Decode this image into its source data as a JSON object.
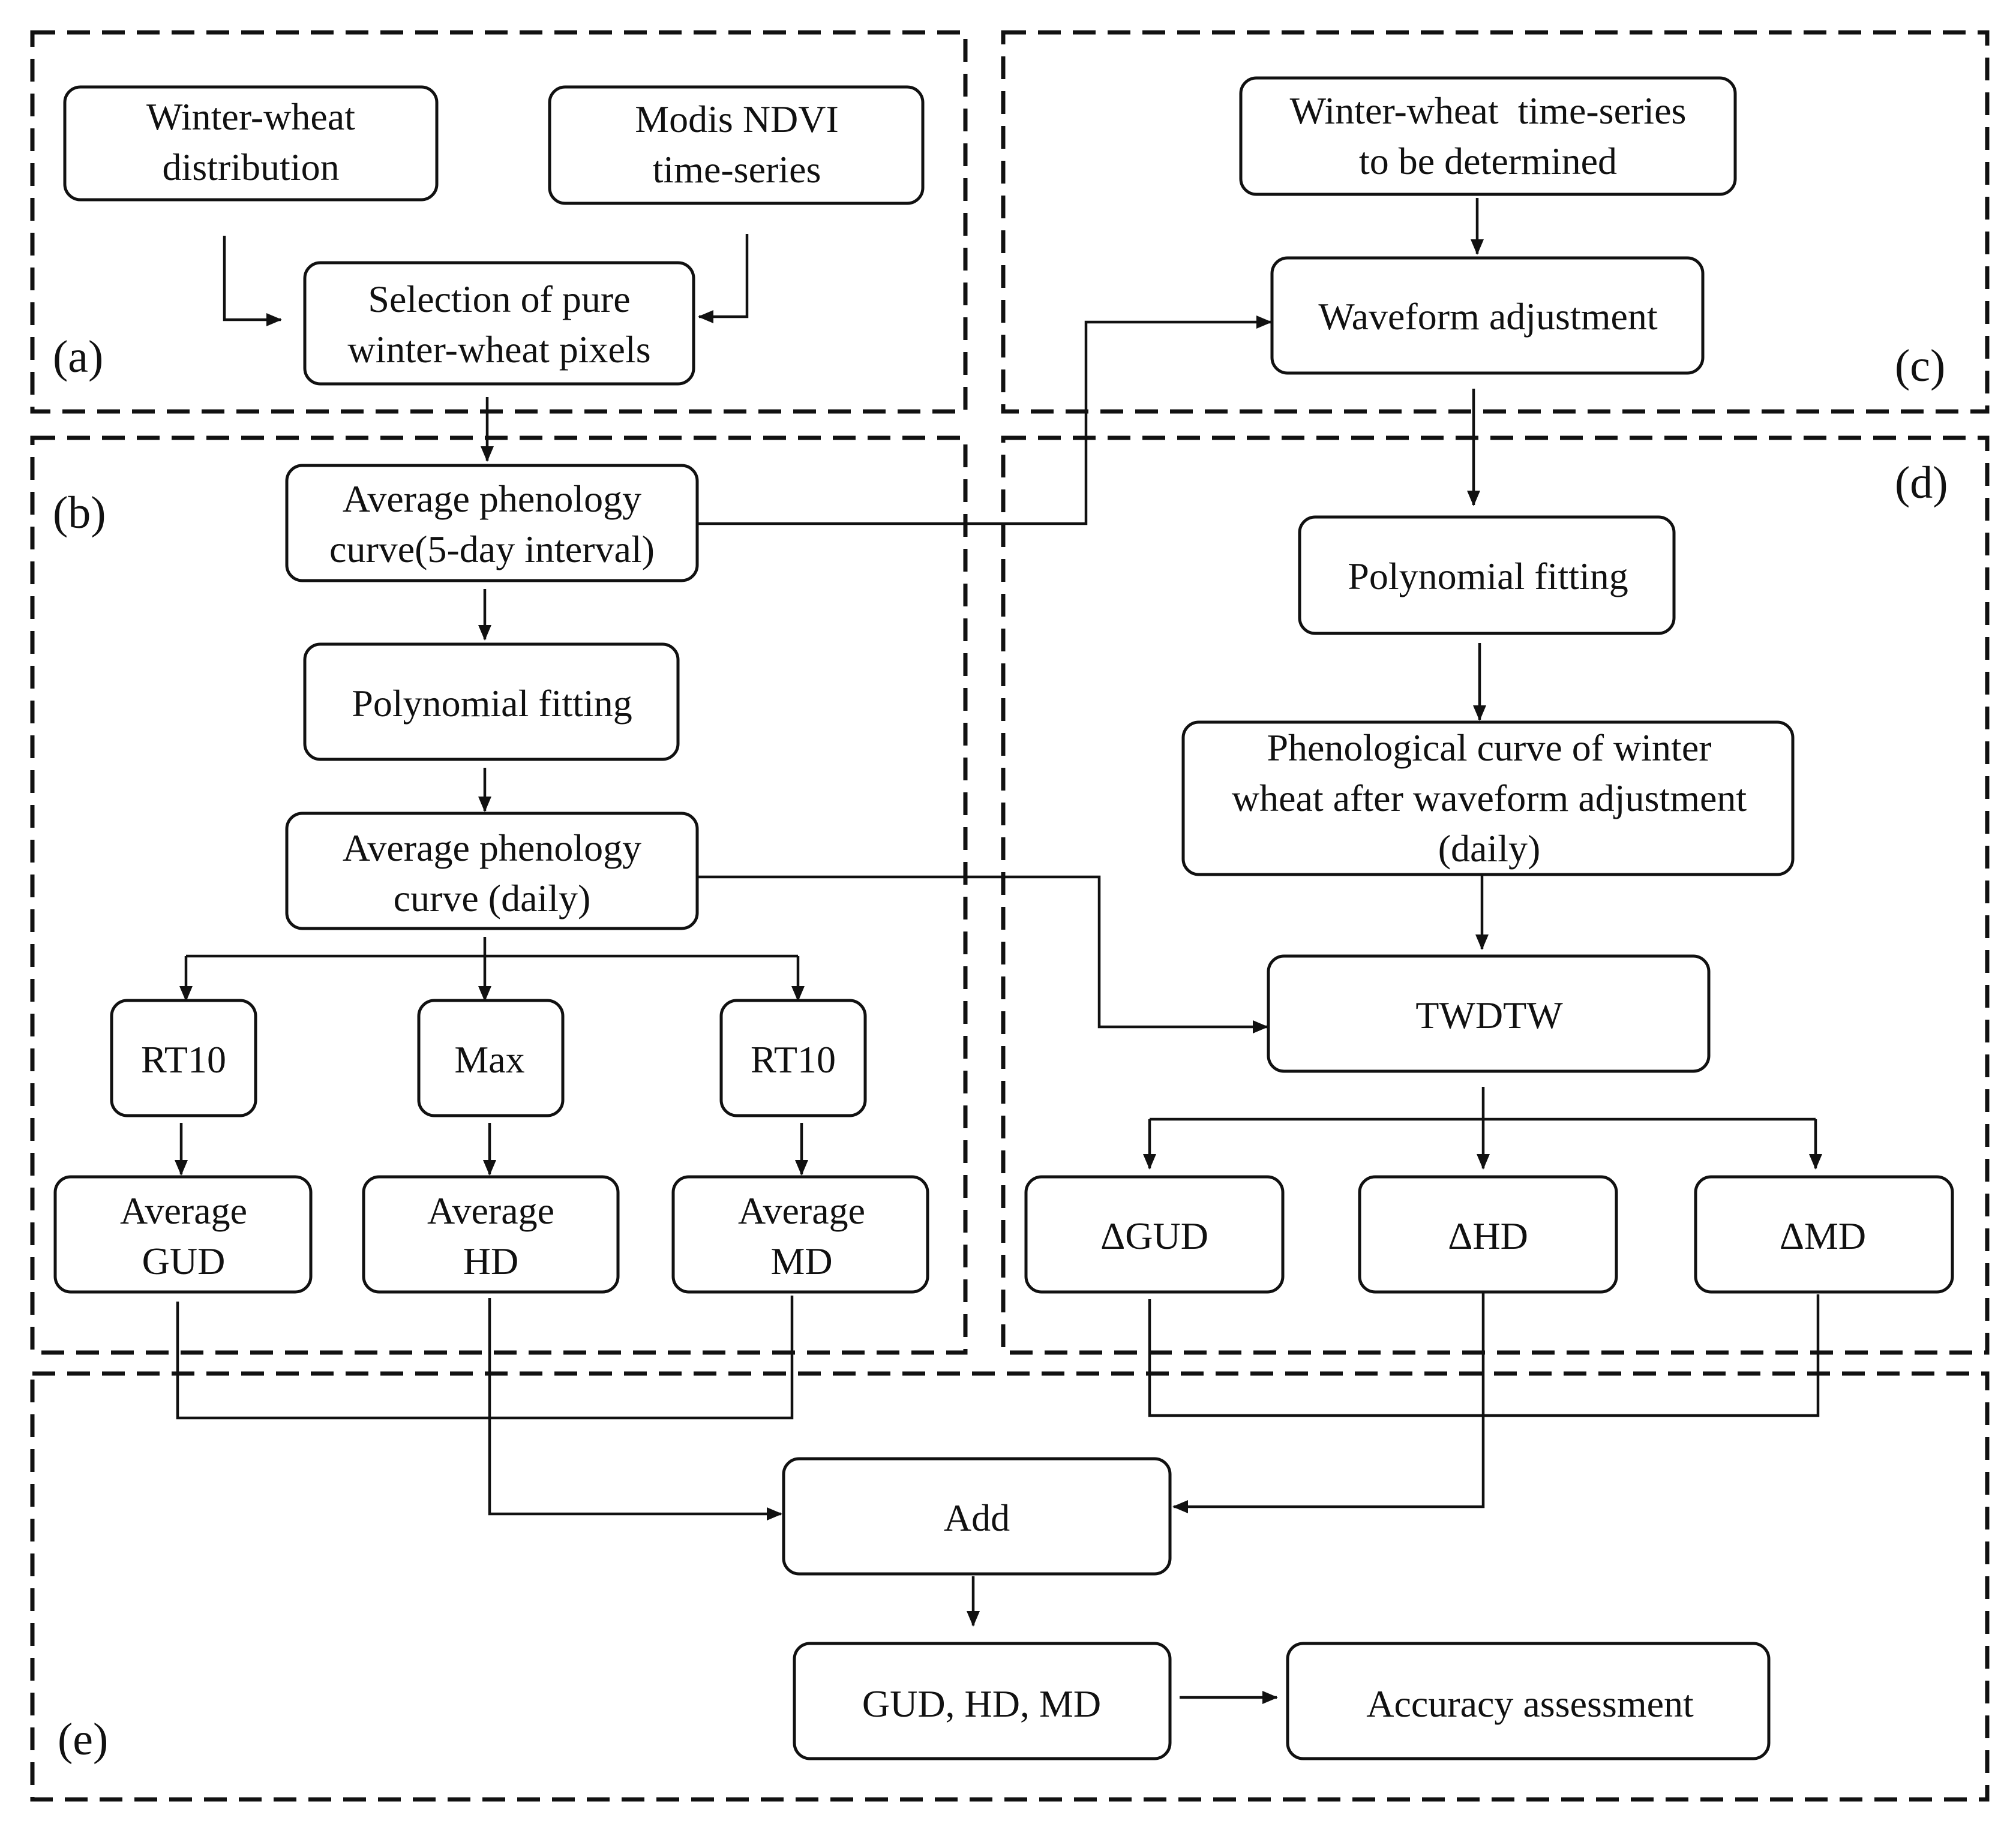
{
  "panels": {
    "a": "(a)",
    "b": "(b)",
    "c": "(c)",
    "d": "(d)",
    "e": "(e)"
  },
  "boxes": {
    "winter_wheat_distribution": [
      "Winter-wheat",
      "distribution"
    ],
    "modis_ndvi": [
      "Modis NDVI",
      "time-series"
    ],
    "selection_pure": [
      "Selection of pure",
      "winter-wheat pixels"
    ],
    "avg_phenology_5day": [
      "Average phenology",
      "curve(5-day interval)"
    ],
    "poly_fit_b": [
      "Polynomial fitting"
    ],
    "avg_phenology_daily": [
      "Average phenology",
      "curve (daily)"
    ],
    "rt10_left": [
      "RT10"
    ],
    "max": [
      "Max"
    ],
    "rt10_right": [
      "RT10"
    ],
    "avg_gud": [
      "Average",
      "GUD"
    ],
    "avg_hd": [
      "Average",
      "HD"
    ],
    "avg_md": [
      "Average",
      "MD"
    ],
    "ww_timeseries": [
      "Winter-wheat  time-series",
      "to be determined"
    ],
    "waveform_adjustment": [
      "Waveform adjustment"
    ],
    "poly_fit_d": [
      "Polynomial fitting"
    ],
    "phenological_curve_adjusted": [
      "Phenological curve of winter",
      "wheat after waveform adjustment",
      "(daily)"
    ],
    "twdtw": [
      "TWDTW"
    ],
    "delta_gud": [
      "ΔGUD"
    ],
    "delta_hd": [
      "ΔHD"
    ],
    "delta_md": [
      "ΔMD"
    ],
    "add": [
      "Add"
    ],
    "gud_hd_md": [
      "GUD, HD, MD"
    ],
    "accuracy_assessment": [
      "Accuracy assessment"
    ]
  }
}
